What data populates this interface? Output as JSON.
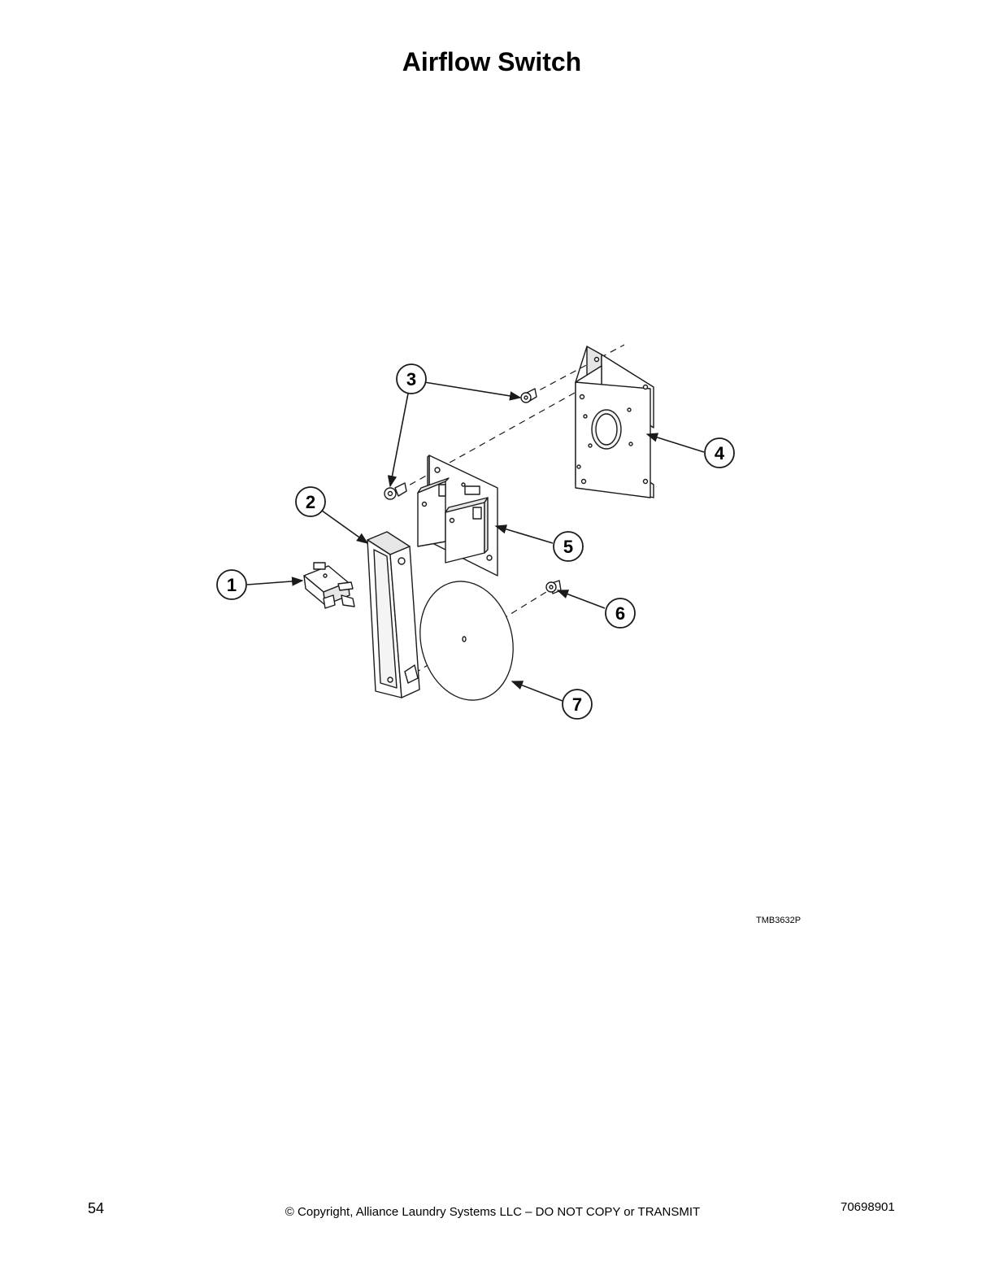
{
  "page": {
    "title": "Airflow Switch",
    "figure_id": "TMB3632P"
  },
  "callouts": [
    "1",
    "2",
    "3",
    "4",
    "5",
    "6",
    "7"
  ],
  "footer": {
    "page_number": "54",
    "copyright": "© Copyright, Alliance Laundry Systems LLC – DO NOT COPY or TRANSMIT",
    "document_number": "70698901"
  },
  "colors": {
    "line": "#1a1a1a",
    "part_fill": "#ffffff",
    "shade": "#e6e6e6"
  }
}
